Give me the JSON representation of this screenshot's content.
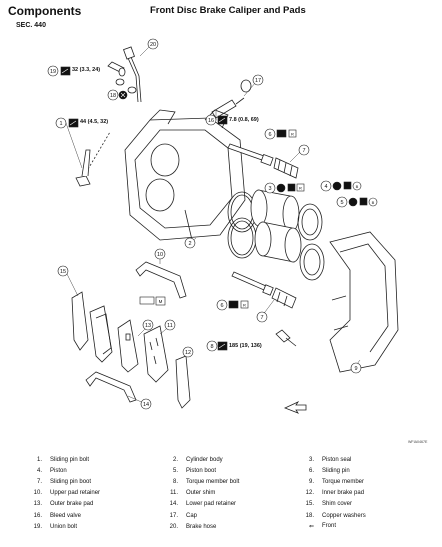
{
  "header": {
    "components": "Components",
    "title": "Front Disc Brake Caliper and Pads",
    "section": "SEC. 440"
  },
  "torques": {
    "t19": "32 (3.3, 24)",
    "t1": "44 (4.5, 32)",
    "t16": "7.8 (0.8, 69)",
    "t9": "185 (19, 136)"
  },
  "figure_code": "WFIA0467E",
  "legend": [
    [
      "1.",
      "Sliding pin bolt",
      "2.",
      "Cylinder body",
      "3.",
      "Piston seal"
    ],
    [
      "4.",
      "Piston",
      "5.",
      "Piston boot",
      "6.",
      "Sliding pin"
    ],
    [
      "7.",
      "Sliding pin boot",
      "8.",
      "Torque member bolt",
      "9.",
      "Torque member"
    ],
    [
      "10.",
      "Upper pad retainer",
      "11.",
      "Outer shim",
      "12.",
      "Inner brake pad"
    ],
    [
      "13.",
      "Outer brake pad",
      "14.",
      "Lower pad retainer",
      "15.",
      "Shim cover"
    ],
    [
      "16.",
      "Bleed valve",
      "17.",
      "Cap",
      "18.",
      "Copper washers"
    ],
    [
      "19.",
      "Union bolt",
      "20.",
      "Brake hose",
      "⇐",
      "Front"
    ]
  ],
  "colors": {
    "line": "#222222",
    "fill": "#ffffff"
  },
  "icons": [
    "torque-wrench-icon",
    "never-reuse-icon",
    "grease-icon",
    "rubber-grease-icon",
    "front-arrow-icon"
  ]
}
